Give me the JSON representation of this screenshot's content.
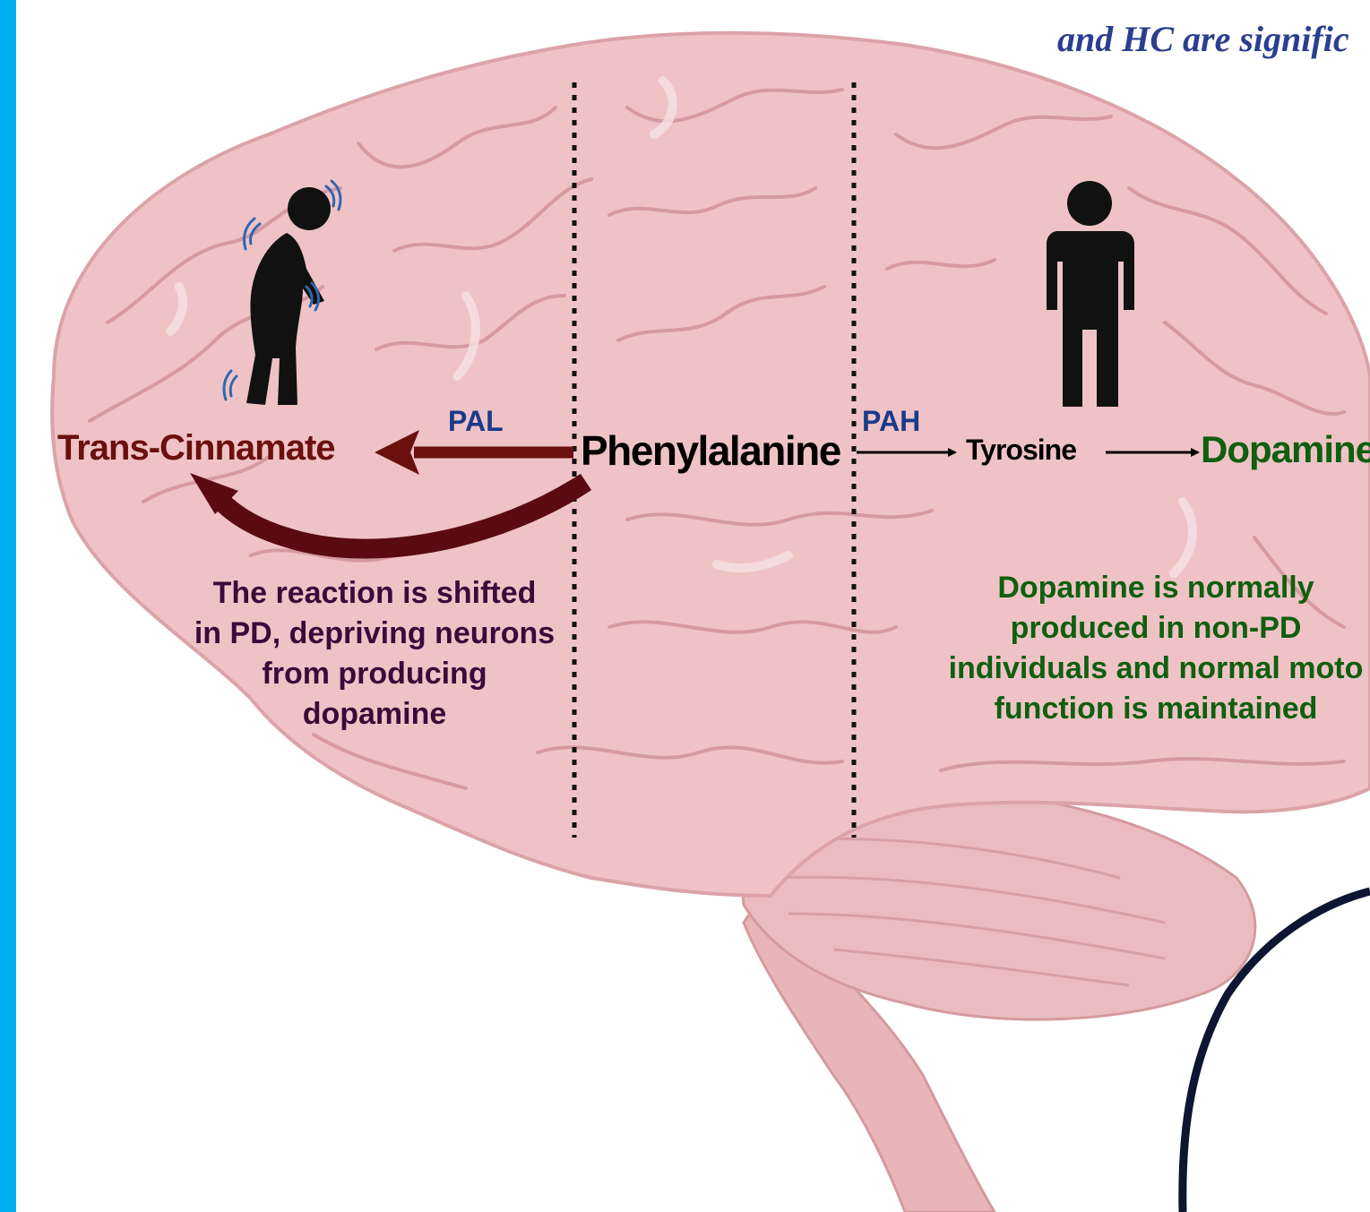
{
  "caption": {
    "top_text": "and HC are signific"
  },
  "labels": {
    "trans_cinnamate": "Trans-Cinnamate",
    "pal": "PAL",
    "phenylalanine": "Phenylalanine",
    "pah": "PAH",
    "tyrosine": "Tyrosine",
    "dopamine": "Dopamine"
  },
  "notes": {
    "pd_lines": [
      "The reaction is shifted",
      "in PD, depriving neurons",
      "from producing",
      "dopamine"
    ],
    "hc_lines": [
      "Dopamine is normally",
      "produced in non-PD",
      "individuals and normal moto",
      "function is maintained"
    ]
  },
  "icons": [
    "trembling-person-icon",
    "standing-person-icon",
    "brain-illustration"
  ],
  "colors": {
    "accent_bar": "#00aeef",
    "brain_fill": "#efc3c6",
    "pd_arrow": "#6b0f0f",
    "dopamine_text": "#0f5f0f",
    "enzyme_text": "#1a3a8a"
  }
}
